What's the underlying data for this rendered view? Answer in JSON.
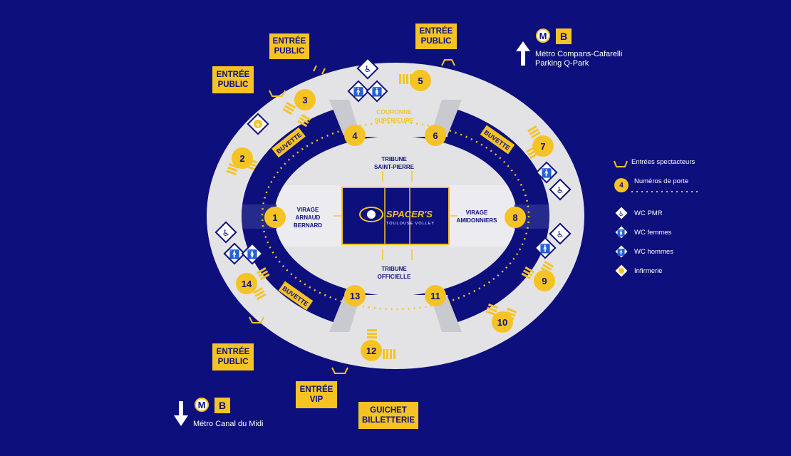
{
  "entrances": {
    "public_label_1": "ENTRÉE",
    "public_label_2": "PUBLIC",
    "vip_label_1": "ENTRÉE",
    "vip_label_2": "VIP",
    "ticket_label_1": "GUICHET",
    "ticket_label_2": "BILLETTERIE"
  },
  "metro_top": {
    "line_m": "M",
    "line_b": "B",
    "line1": "Métro Compans-Cafarelli",
    "line2": "Parking Q-Park"
  },
  "metro_bottom": {
    "line_m": "M",
    "line_b": "B",
    "line1": "Métro Canal du Midi"
  },
  "sections": {
    "couronne_1": "COURONNE",
    "couronne_2": "SUPÉRIEURE",
    "tribune_sp_1": "TRIBUNE",
    "tribune_sp_2": "SAINT-PIERRE",
    "tribune_off_1": "TRIBUNE",
    "tribune_off_2": "OFFICIELLE",
    "virage_ab_1": "VIRAGE",
    "virage_ab_2": "ARNAUD",
    "virage_ab_3": "BERNARD",
    "virage_am_1": "VIRAGE",
    "virage_am_2": "AMIDONNIERS"
  },
  "buvette": "BUVETTE",
  "logo": {
    "name": "SPACER'S",
    "sub": "TOULOUSE VOLLEY"
  },
  "gates": [
    "1",
    "2",
    "3",
    "4",
    "5",
    "6",
    "7",
    "8",
    "9",
    "10",
    "11",
    "12",
    "13",
    "14"
  ],
  "legend": {
    "entrees": "Entrées spectacteurs",
    "numero_sample": "4",
    "numeros": "Numéros de porte",
    "wc_pmr": "WC PMR",
    "wc_femmes": "WC femmes",
    "wc_hommes": "WC hommes",
    "infirmerie": "Infirmerie"
  },
  "colors": {
    "background": "#0d0f7d",
    "accent": "#f6c325",
    "concourse": "#e3e3e6",
    "white": "#ffffff"
  }
}
